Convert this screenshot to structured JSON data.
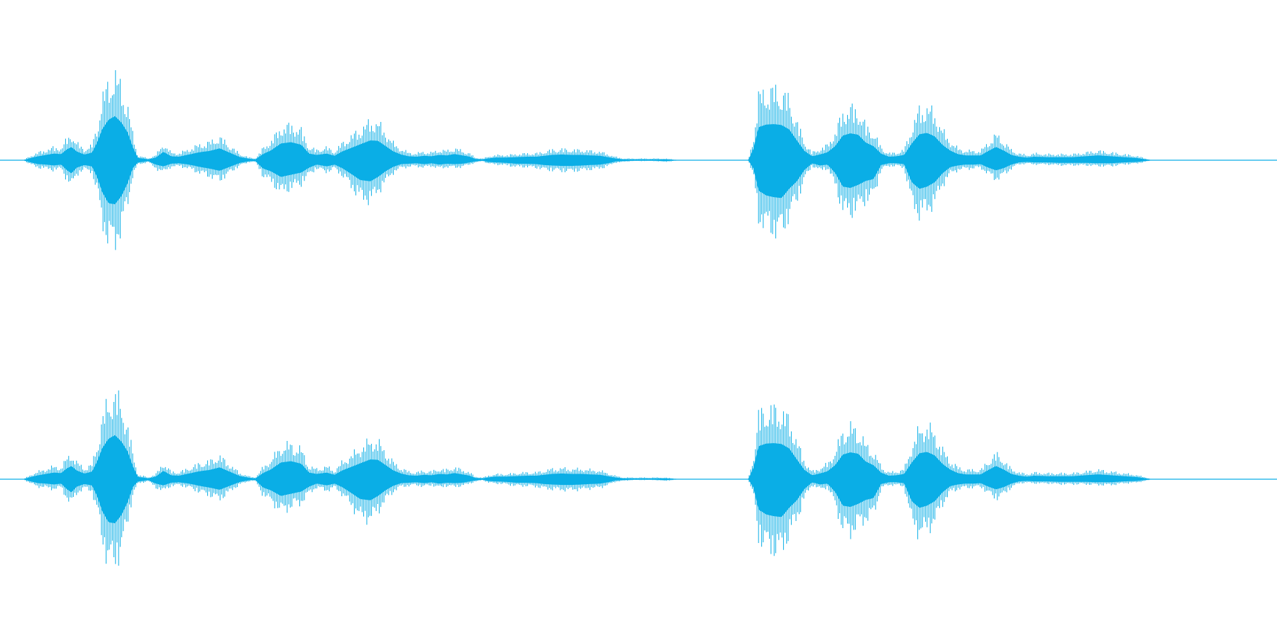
{
  "waveform": {
    "color": "#0aaee6",
    "channels": [
      {
        "name": "channel-1"
      },
      {
        "name": "channel-2"
      }
    ],
    "envelope": [
      [
        0.0,
        0.0,
        0.0
      ],
      [
        0.018,
        0.0,
        0.0
      ],
      [
        0.024,
        0.05,
        0.05
      ],
      [
        0.03,
        0.09,
        0.09
      ],
      [
        0.036,
        0.12,
        0.1
      ],
      [
        0.042,
        0.15,
        0.12
      ],
      [
        0.048,
        0.14,
        0.1
      ],
      [
        0.052,
        0.24,
        0.22
      ],
      [
        0.056,
        0.3,
        0.3
      ],
      [
        0.06,
        0.2,
        0.17
      ],
      [
        0.066,
        0.13,
        0.11
      ],
      [
        0.072,
        0.17,
        0.14
      ],
      [
        0.076,
        0.4,
        0.38
      ],
      [
        0.08,
        0.7,
        0.72
      ],
      [
        0.085,
        0.92,
        0.98
      ],
      [
        0.09,
        1.0,
        1.0
      ],
      [
        0.095,
        0.86,
        0.82
      ],
      [
        0.1,
        0.63,
        0.52
      ],
      [
        0.104,
        0.3,
        0.18
      ],
      [
        0.108,
        0.05,
        0.05
      ],
      [
        0.112,
        0.04,
        0.04
      ],
      [
        0.116,
        0.02,
        0.02
      ],
      [
        0.122,
        0.06,
        0.1
      ],
      [
        0.128,
        0.19,
        0.14
      ],
      [
        0.134,
        0.09,
        0.08
      ],
      [
        0.14,
        0.08,
        0.07
      ],
      [
        0.148,
        0.13,
        0.1
      ],
      [
        0.156,
        0.18,
        0.15
      ],
      [
        0.164,
        0.21,
        0.19
      ],
      [
        0.172,
        0.27,
        0.24
      ],
      [
        0.18,
        0.17,
        0.15
      ],
      [
        0.188,
        0.07,
        0.06
      ],
      [
        0.196,
        0.03,
        0.02
      ],
      [
        0.2,
        0.02,
        0.02
      ],
      [
        0.206,
        0.14,
        0.19
      ],
      [
        0.212,
        0.22,
        0.25
      ],
      [
        0.22,
        0.38,
        0.38
      ],
      [
        0.228,
        0.41,
        0.33
      ],
      [
        0.236,
        0.35,
        0.28
      ],
      [
        0.242,
        0.15,
        0.17
      ],
      [
        0.248,
        0.12,
        0.1
      ],
      [
        0.256,
        0.15,
        0.14
      ],
      [
        0.262,
        0.1,
        0.1
      ],
      [
        0.268,
        0.2,
        0.18
      ],
      [
        0.276,
        0.29,
        0.33
      ],
      [
        0.282,
        0.36,
        0.45
      ],
      [
        0.29,
        0.45,
        0.48
      ],
      [
        0.296,
        0.44,
        0.38
      ],
      [
        0.302,
        0.32,
        0.25
      ],
      [
        0.308,
        0.2,
        0.15
      ],
      [
        0.314,
        0.13,
        0.09
      ],
      [
        0.32,
        0.09,
        0.08
      ],
      [
        0.326,
        0.08,
        0.07
      ],
      [
        0.332,
        0.1,
        0.09
      ],
      [
        0.338,
        0.09,
        0.07
      ],
      [
        0.344,
        0.12,
        0.1
      ],
      [
        0.35,
        0.11,
        0.08
      ],
      [
        0.356,
        0.14,
        0.09
      ],
      [
        0.362,
        0.11,
        0.08
      ],
      [
        0.368,
        0.08,
        0.05
      ],
      [
        0.372,
        0.03,
        0.03
      ],
      [
        0.378,
        0.02,
        0.01
      ],
      [
        0.382,
        0.04,
        0.04
      ],
      [
        0.388,
        0.06,
        0.05
      ],
      [
        0.396,
        0.06,
        0.06
      ],
      [
        0.404,
        0.07,
        0.08
      ],
      [
        0.412,
        0.08,
        0.08
      ],
      [
        0.42,
        0.08,
        0.09
      ],
      [
        0.426,
        0.1,
        0.11
      ],
      [
        0.432,
        0.12,
        0.12
      ],
      [
        0.44,
        0.13,
        0.13
      ],
      [
        0.448,
        0.12,
        0.13
      ],
      [
        0.456,
        0.12,
        0.12
      ],
      [
        0.462,
        0.11,
        0.11
      ],
      [
        0.47,
        0.1,
        0.1
      ],
      [
        0.476,
        0.07,
        0.07
      ],
      [
        0.482,
        0.04,
        0.03
      ],
      [
        0.488,
        0.02,
        0.02
      ],
      [
        0.496,
        0.02,
        0.01
      ],
      [
        0.504,
        0.02,
        0.01
      ],
      [
        0.512,
        0.02,
        0.01
      ],
      [
        0.52,
        0.02,
        0.02
      ],
      [
        0.528,
        0.01,
        0.01
      ],
      [
        0.536,
        0.0,
        0.0
      ],
      [
        0.586,
        0.0,
        0.0
      ],
      [
        0.59,
        0.26,
        0.19
      ],
      [
        0.594,
        0.75,
        0.69
      ],
      [
        0.6,
        0.81,
        0.8
      ],
      [
        0.606,
        0.82,
        0.84
      ],
      [
        0.612,
        0.8,
        0.86
      ],
      [
        0.618,
        0.7,
        0.65
      ],
      [
        0.624,
        0.45,
        0.48
      ],
      [
        0.63,
        0.21,
        0.22
      ],
      [
        0.636,
        0.09,
        0.07
      ],
      [
        0.642,
        0.13,
        0.12
      ],
      [
        0.648,
        0.18,
        0.1
      ],
      [
        0.654,
        0.32,
        0.29
      ],
      [
        0.66,
        0.56,
        0.6
      ],
      [
        0.666,
        0.61,
        0.63
      ],
      [
        0.672,
        0.58,
        0.56
      ],
      [
        0.678,
        0.4,
        0.47
      ],
      [
        0.684,
        0.32,
        0.43
      ],
      [
        0.69,
        0.15,
        0.11
      ],
      [
        0.696,
        0.08,
        0.07
      ],
      [
        0.702,
        0.09,
        0.07
      ],
      [
        0.708,
        0.12,
        0.09
      ],
      [
        0.714,
        0.38,
        0.5
      ],
      [
        0.72,
        0.59,
        0.65
      ],
      [
        0.726,
        0.62,
        0.6
      ],
      [
        0.732,
        0.54,
        0.5
      ],
      [
        0.738,
        0.35,
        0.3
      ],
      [
        0.744,
        0.22,
        0.16
      ],
      [
        0.75,
        0.14,
        0.12
      ],
      [
        0.756,
        0.11,
        0.1
      ],
      [
        0.762,
        0.11,
        0.1
      ],
      [
        0.768,
        0.11,
        0.09
      ],
      [
        0.774,
        0.21,
        0.17
      ],
      [
        0.78,
        0.3,
        0.23
      ],
      [
        0.786,
        0.22,
        0.18
      ],
      [
        0.792,
        0.12,
        0.1
      ],
      [
        0.798,
        0.08,
        0.05
      ],
      [
        0.804,
        0.06,
        0.04
      ],
      [
        0.81,
        0.08,
        0.05
      ],
      [
        0.82,
        0.07,
        0.05
      ],
      [
        0.83,
        0.07,
        0.06
      ],
      [
        0.84,
        0.07,
        0.06
      ],
      [
        0.85,
        0.09,
        0.06
      ],
      [
        0.86,
        0.11,
        0.07
      ],
      [
        0.87,
        0.09,
        0.07
      ],
      [
        0.88,
        0.07,
        0.05
      ],
      [
        0.89,
        0.05,
        0.04
      ],
      [
        0.9,
        0.01,
        0.01
      ],
      [
        0.906,
        0.0,
        0.0
      ],
      [
        1.0,
        0.0,
        0.0
      ]
    ]
  }
}
